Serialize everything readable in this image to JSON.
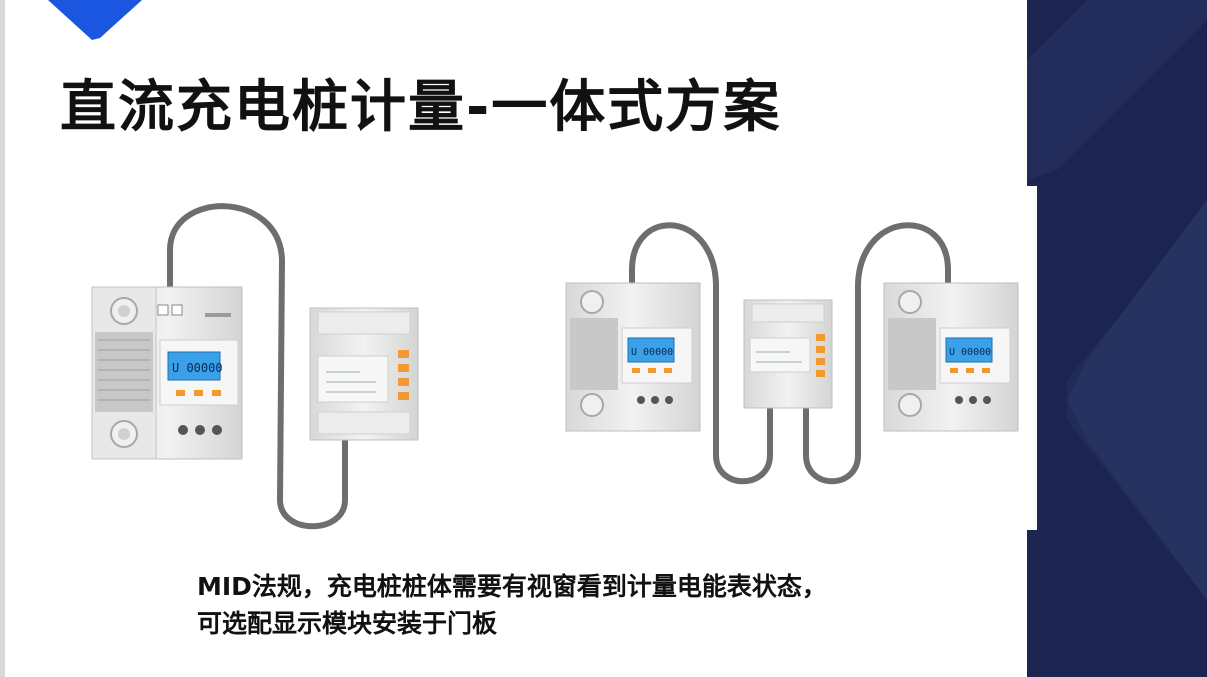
{
  "slide": {
    "title": "直流充电桩计量-一体式方案",
    "caption_line1": "MID法规，充电桩桩体需要有视窗看到计量电能表状态，",
    "caption_line2": "可选配显示模块安装于门板"
  },
  "colors": {
    "navy": "#1c2550",
    "navy_light": "#25305f",
    "accent_blue": "#1a56e0",
    "lcd_blue": "#3aa0e8",
    "button_orange": "#f29a30",
    "cable_gray": "#6e6e6e",
    "device_body": "#e6e6e6"
  },
  "devices": [
    {
      "name": "dc-energy-meter-left"
    },
    {
      "name": "display-module-left"
    },
    {
      "name": "dc-energy-meter-a"
    },
    {
      "name": "display-module-center"
    },
    {
      "name": "dc-energy-meter-b"
    }
  ]
}
